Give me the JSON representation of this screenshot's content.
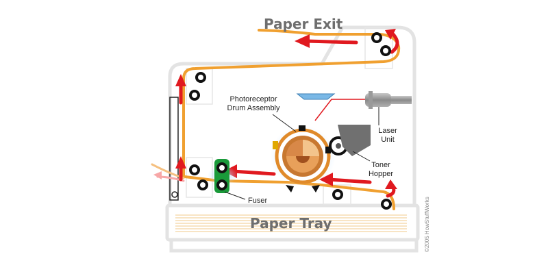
{
  "labels": {
    "paper_exit": "Paper Exit",
    "paper_tray": "Paper Tray",
    "photoreceptor_line1": "Photoreceptor",
    "photoreceptor_line2": "Drum Assembly",
    "laser_line1": "Laser",
    "laser_line2": "Unit",
    "toner_line1": "Toner",
    "toner_line2": "Hopper",
    "fuser": "Fuser",
    "credit": "©2005 HowStuffWorks"
  },
  "colors": {
    "paper_path": "#f0a030",
    "arrow": "#e0191f",
    "housing_outline": "#e3e3e3",
    "roller_black": "#111111",
    "fuser_green": "#1a9a3a",
    "drum_orange": "#e08a2a",
    "laser_beam": "#e0191f",
    "mirror_blue": "#7ab8e6",
    "toner_gray": "#707070",
    "tray_lines": "#f0c888"
  },
  "icons": {
    "rollers": "pinch-roller-icon",
    "laser": "laser-unit-icon",
    "mirror": "mirror-icon",
    "drum": "photoreceptor-drum-icon",
    "toner": "toner-hopper-icon",
    "fuser": "fuser-icon"
  }
}
